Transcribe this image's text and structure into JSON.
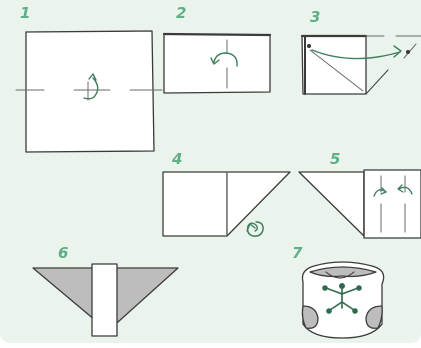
{
  "steps": [
    {
      "number": "1"
    },
    {
      "number": "2"
    },
    {
      "number": "3"
    },
    {
      "number": "4"
    },
    {
      "number": "5"
    },
    {
      "number": "6"
    },
    {
      "number": "7"
    }
  ],
  "colors": {
    "background": "#eaf3ec",
    "step_number": "#5eae86",
    "paper": "#ffffff",
    "outline": "#3b3b3b",
    "fold_line": "#6a6a6a",
    "arrow": "#3f7f5e",
    "shade": "#bdbdbd",
    "pin": "#2f6a4b"
  },
  "icons": [
    "rotate-arrow-icon",
    "fold-arrow-icon",
    "spiral-arrow-icon",
    "safety-pin-icon"
  ]
}
